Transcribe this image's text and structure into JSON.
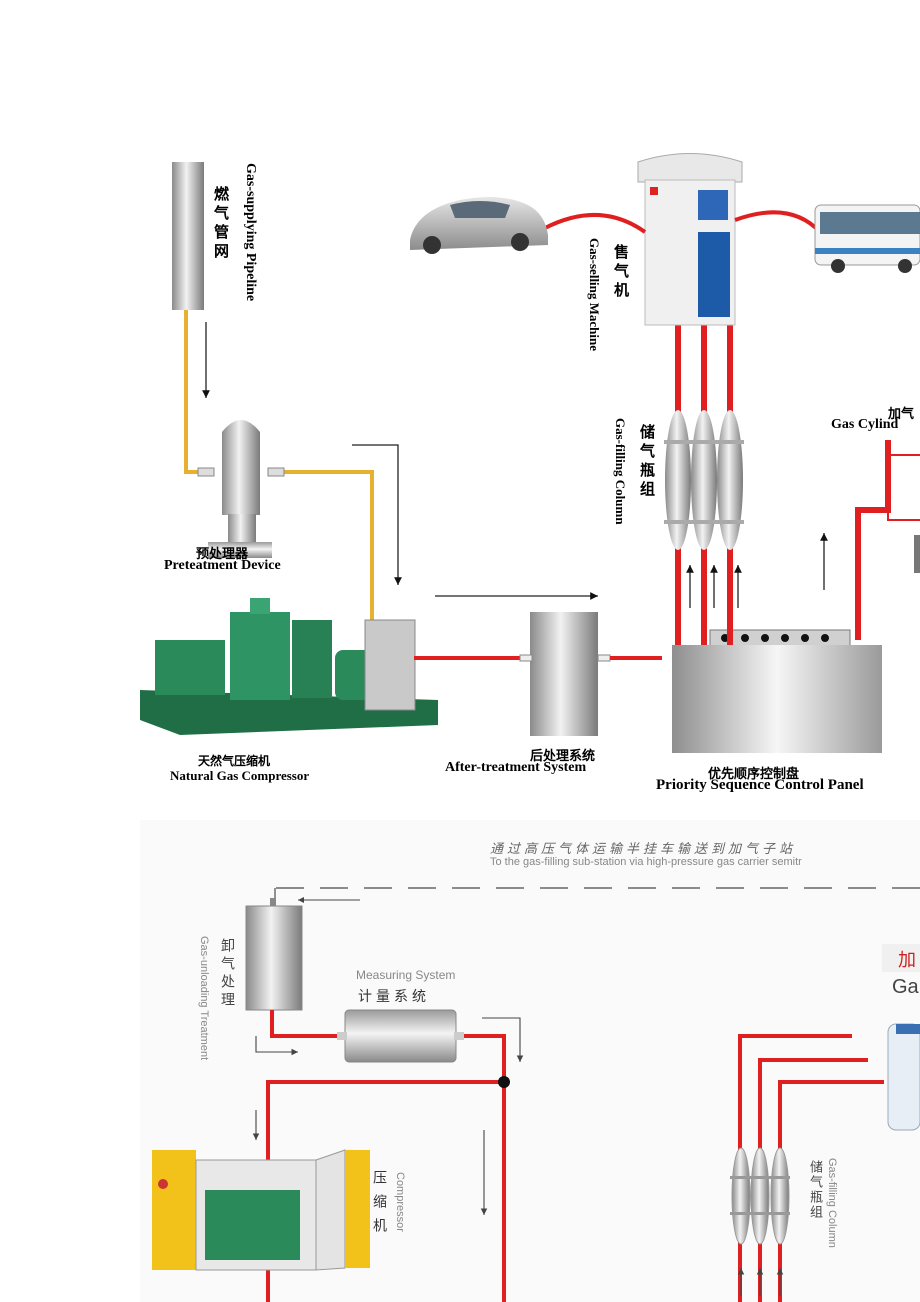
{
  "top": {
    "pipeline": {
      "en": "Gas-supplying Pipeline",
      "zh": "燃气管网"
    },
    "pretreatment": {
      "zh": "预处理器",
      "en": "Preteatment Device"
    },
    "compressor": {
      "zh": "天然气压缩机",
      "en": "Natural Gas Compressor"
    },
    "after_treatment": {
      "zh": "后处理系统",
      "en": "After-treatment System"
    },
    "control_panel": {
      "zh": "优先顺序控制盘",
      "en": "Priority Sequence Control Panel"
    },
    "filling_column": {
      "zh": "储气瓶组",
      "en": "Gas-filling Column"
    },
    "selling_machine": {
      "zh": "售气机",
      "en": "Gas-selling Machine"
    },
    "cylinder": {
      "zh": "加气",
      "en": "Gas Cylind"
    }
  },
  "bottom": {
    "transport_zh": "通过高压气体运输半挂车输送到加气子站",
    "transport_en": "To the gas-filling sub-station via high-pressure gas carrier semitr",
    "unloading": {
      "zh": "卸气处理",
      "en": "Gas-unloading Treatment"
    },
    "measuring": {
      "en": "Measuring System",
      "zh": "计量系统"
    },
    "compressor": {
      "zh": "压缩机",
      "en": "Compressor"
    },
    "filling_column": {
      "zh": "储气瓶组",
      "en": "Gas-filling Column"
    },
    "header_zh": "加",
    "header_en": "Ga"
  },
  "colors": {
    "gas_line": "#e8b033",
    "pressure_line": "#e02020",
    "equipment": "#2a8a5a"
  }
}
